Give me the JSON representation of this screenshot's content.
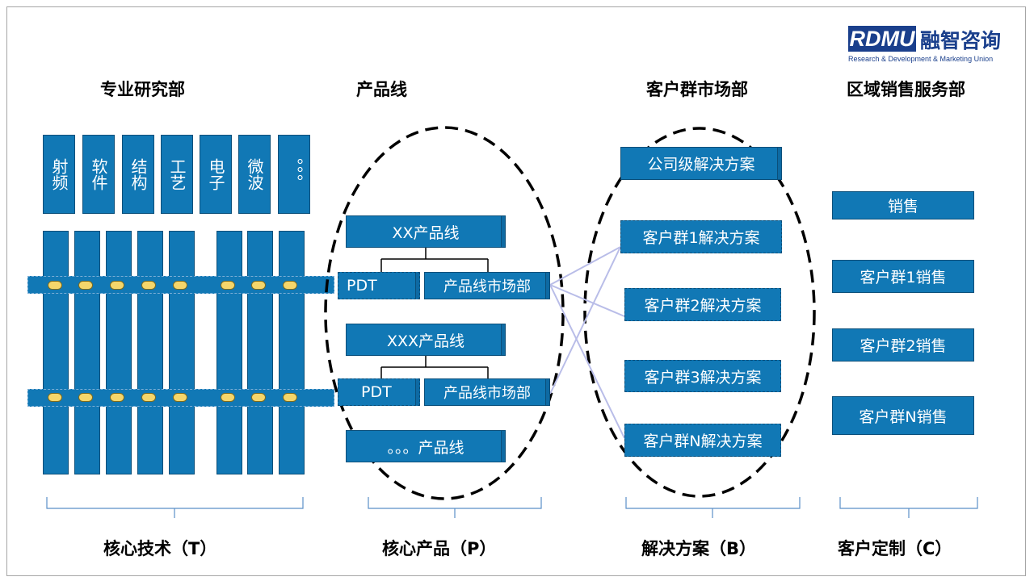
{
  "logo": {
    "abbr": "RDMU",
    "name_cn": "融智咨询",
    "full_name": "Research & Development & Marketing Union"
  },
  "headings": {
    "research": "专业研究部",
    "product_line": "产品线",
    "market": "客户群市场部",
    "regional_sales": "区域销售服务部"
  },
  "research_units": [
    "射频",
    "软件",
    "结构",
    "工艺",
    "电子",
    "微波",
    "。。。"
  ],
  "product_lines": {
    "line1": {
      "title": "XX产品线",
      "pdt": "PDT",
      "market": "产品线市场部"
    },
    "line2": {
      "title": "XXX产品线",
      "pdt": "PDT",
      "market": "产品线市场部"
    },
    "more": "。。。产品线"
  },
  "solutions": [
    "公司级解决方案",
    "客户群1解决方案",
    "客户群2解决方案",
    "客户群3解决方案",
    "客户群N解决方案"
  ],
  "sales": [
    "销售",
    "客户群1销售",
    "客户群2销售",
    "客户群N销售"
  ],
  "footers": {
    "tech": "核心技术（T）",
    "product": "核心产品（P）",
    "solution": "解决方案（B）",
    "custom": "客户定制（C）"
  },
  "colors": {
    "box_fill": "#1178b5",
    "box_border": "#0b4f7a",
    "connector": "#b9bde8",
    "pill": "#f5d66b"
  }
}
